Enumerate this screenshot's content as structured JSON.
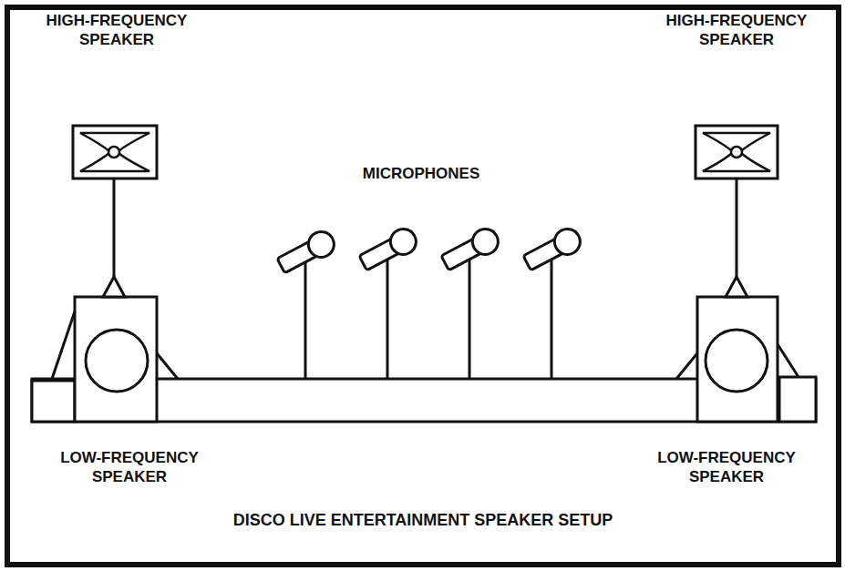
{
  "diagram": {
    "title": "DISCO LIVE ENTERTAINMENT SPEAKER SETUP",
    "labels": [
      "HIGH-FREQUENCY SPEAKER",
      "HIGH-FREQUENCY SPEAKER",
      "MICROPHONES",
      "LOW-FREQUENCY SPEAKER",
      "LOW-FREQUENCY SPEAKER"
    ]
  }
}
